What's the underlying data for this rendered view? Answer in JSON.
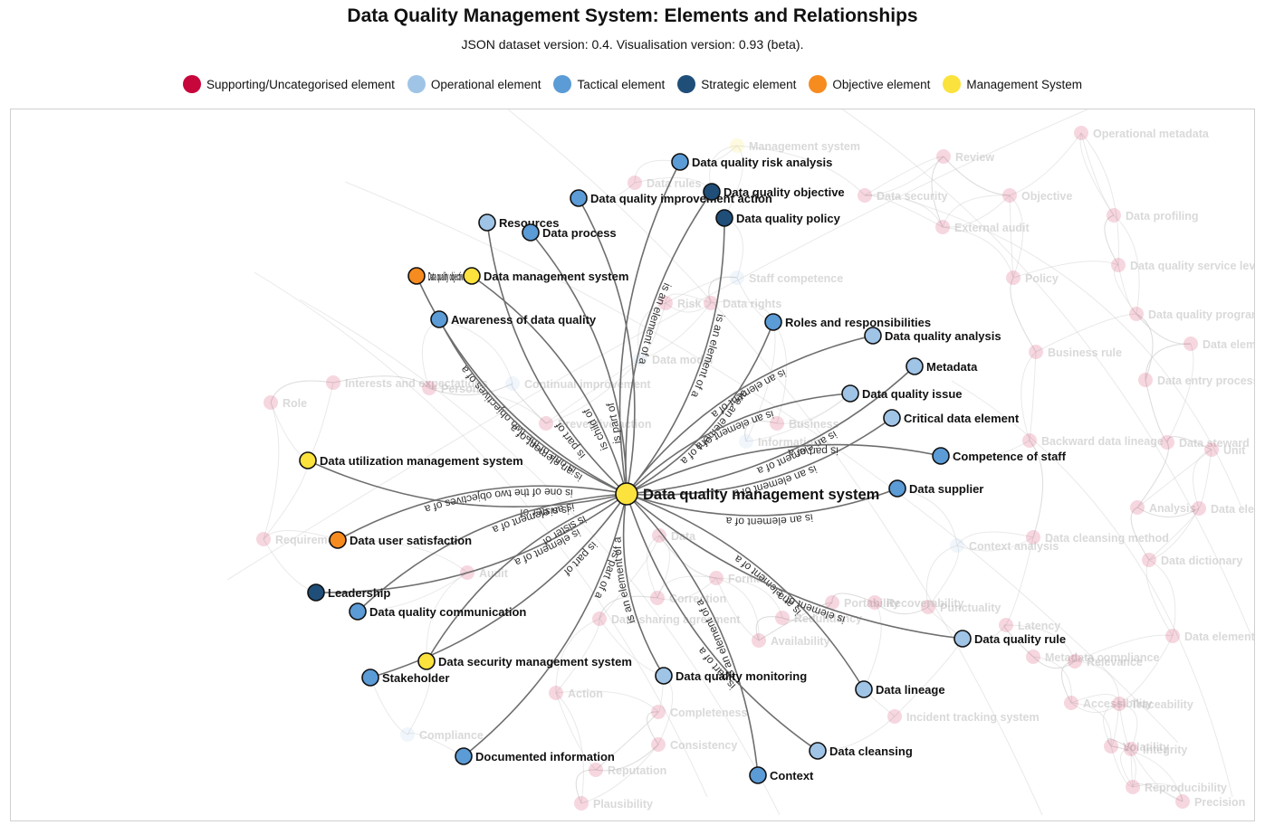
{
  "title": "Data Quality Management System: Elements and Relationships",
  "subtitle": "JSON dataset version: 0.4. Visualisation version: 0.93 (beta).",
  "categories": [
    {
      "id": "supporting",
      "label": "Supporting/Uncategorised element",
      "color": "#c7063b"
    },
    {
      "id": "operational",
      "label": "Operational element",
      "color": "#9fc4e6"
    },
    {
      "id": "tactical",
      "label": "Tactical element",
      "color": "#5b9bd6"
    },
    {
      "id": "strategic",
      "label": "Strategic element",
      "color": "#1f4e79"
    },
    {
      "id": "objective",
      "label": "Objective element",
      "color": "#f68b1f"
    },
    {
      "id": "management",
      "label": "Management System",
      "color": "#fbe23c"
    }
  ],
  "central_node": {
    "label": "Data quality management system",
    "category": "management"
  },
  "nodes": [
    {
      "label": "Data quality risk analysis",
      "category": "tactical",
      "edge": ""
    },
    {
      "label": "Data quality improvement action",
      "category": "tactical",
      "edge": ""
    },
    {
      "label": "Data quality objective",
      "category": "strategic",
      "edge": "is an element of a"
    },
    {
      "label": "Data quality policy",
      "category": "strategic",
      "edge": "is an element of a"
    },
    {
      "label": "Resources",
      "category": "operational",
      "edge": "is part of"
    },
    {
      "label": "Data process",
      "category": "tactical",
      "edge": "is part of"
    },
    {
      "label": "Data quality objective (kpi)",
      "category": "objective",
      "edge": "is one of the two objectives of a"
    },
    {
      "label": "Data management system",
      "category": "management",
      "edge": "is child of"
    },
    {
      "label": "Awareness of data quality",
      "category": "tactical",
      "edge": "is an element of a"
    },
    {
      "label": "Roles and responsibilities",
      "category": "tactical",
      "edge": "are an element of a"
    },
    {
      "label": "Data quality analysis",
      "category": "operational",
      "edge": "is an element of a"
    },
    {
      "label": "Metadata",
      "category": "operational",
      "edge": "is an element of a"
    },
    {
      "label": "Data quality issue",
      "category": "operational",
      "edge": "is an element of a"
    },
    {
      "label": "Critical data element",
      "category": "operational",
      "edge": "is an element of a"
    },
    {
      "label": "Competence of staff",
      "category": "tactical",
      "edge": "is part of a"
    },
    {
      "label": "Data supplier",
      "category": "tactical",
      "edge": "is an element of a"
    },
    {
      "label": "Data utilization management system",
      "category": "management",
      "edge": "is sister of"
    },
    {
      "label": "Data user satisfaction",
      "category": "objective",
      "edge": "is one of the two objectives of a"
    },
    {
      "label": "Leadership",
      "category": "strategic",
      "edge": "is element of a"
    },
    {
      "label": "Data quality communication",
      "category": "tactical",
      "edge": "is an element of a"
    },
    {
      "label": "Stakeholder",
      "category": "tactical",
      "edge": "is part of"
    },
    {
      "label": "Data security management system",
      "category": "management",
      "edge": "is sister of"
    },
    {
      "label": "Documented information",
      "category": "tactical",
      "edge": "is part of a"
    },
    {
      "label": "Data quality monitoring",
      "category": "operational",
      "edge": "is an element of a"
    },
    {
      "label": "Data lineage",
      "category": "operational",
      "edge": "is an element of a"
    },
    {
      "label": "Data cleansing",
      "category": "operational",
      "edge": "is part of a"
    },
    {
      "label": "Context",
      "category": "tactical",
      "edge": "is an element of a"
    },
    {
      "label": "Data quality rule",
      "category": "operational",
      "edge": "is element of a"
    }
  ],
  "background_nodes": [
    {
      "label": "Management system",
      "category": "management"
    },
    {
      "label": "Review",
      "category": "supporting"
    },
    {
      "label": "Operational metadata",
      "category": "supporting"
    },
    {
      "label": "Objective",
      "category": "supporting"
    },
    {
      "label": "Data security",
      "category": "supporting"
    },
    {
      "label": "External audit",
      "category": "supporting"
    },
    {
      "label": "Data profiling",
      "category": "supporting"
    },
    {
      "label": "Data quality service level",
      "category": "supporting"
    },
    {
      "label": "Policy",
      "category": "supporting"
    },
    {
      "label": "Staff competence",
      "category": "operational"
    },
    {
      "label": "Data quality program",
      "category": "supporting"
    },
    {
      "label": "Data element",
      "category": "supporting"
    },
    {
      "label": "Business rule",
      "category": "supporting"
    },
    {
      "label": "Data entry process",
      "category": "supporting"
    },
    {
      "label": "Data steward",
      "category": "supporting"
    },
    {
      "label": "Backward data lineage",
      "category": "supporting"
    },
    {
      "label": "Unit",
      "category": "supporting"
    },
    {
      "label": "Analysis",
      "category": "supporting"
    },
    {
      "label": "Data element",
      "category": "supporting"
    },
    {
      "label": "Data cleansing method",
      "category": "supporting"
    },
    {
      "label": "Context analysis",
      "category": "operational"
    },
    {
      "label": "Data dictionary",
      "category": "supporting"
    },
    {
      "label": "Punctuality",
      "category": "supporting"
    },
    {
      "label": "Latency",
      "category": "supporting"
    },
    {
      "label": "Data element",
      "category": "supporting"
    },
    {
      "label": "Metadata compliance",
      "category": "supporting"
    },
    {
      "label": "Relevance",
      "category": "supporting"
    },
    {
      "label": "Accessibility",
      "category": "supporting"
    },
    {
      "label": "Traceability",
      "category": "supporting"
    },
    {
      "label": "Incident tracking system",
      "category": "supporting"
    },
    {
      "label": "Volatility",
      "category": "supporting"
    },
    {
      "label": "Integrity",
      "category": "supporting"
    },
    {
      "label": "Reproducibility",
      "category": "supporting"
    },
    {
      "label": "Precision",
      "category": "supporting"
    },
    {
      "label": "Interests and expectations",
      "category": "supporting"
    },
    {
      "label": "Person",
      "category": "supporting"
    },
    {
      "label": "Role",
      "category": "supporting"
    },
    {
      "label": "Continual improvement",
      "category": "operational"
    },
    {
      "label": "Preventive action",
      "category": "supporting"
    },
    {
      "label": "Requirement",
      "category": "supporting"
    },
    {
      "label": "Audit",
      "category": "supporting"
    },
    {
      "label": "Action",
      "category": "supporting"
    },
    {
      "label": "Compliance",
      "category": "operational"
    },
    {
      "label": "Completeness",
      "category": "supporting"
    },
    {
      "label": "Consistency",
      "category": "supporting"
    },
    {
      "label": "Reputation",
      "category": "supporting"
    },
    {
      "label": "Plausibility",
      "category": "supporting"
    },
    {
      "label": "Format",
      "category": "supporting"
    },
    {
      "label": "Portability",
      "category": "supporting"
    },
    {
      "label": "Recoverability",
      "category": "supporting"
    },
    {
      "label": "Redundancy",
      "category": "supporting"
    },
    {
      "label": "Availability",
      "category": "supporting"
    },
    {
      "label": "Data sharing agreement",
      "category": "supporting"
    },
    {
      "label": "Data model",
      "category": "operational"
    },
    {
      "label": "Risk",
      "category": "supporting"
    },
    {
      "label": "Data",
      "category": "supporting"
    },
    {
      "label": "Correction",
      "category": "supporting"
    },
    {
      "label": "Data rules",
      "category": "supporting"
    },
    {
      "label": "Data rights",
      "category": "supporting"
    },
    {
      "label": "Information",
      "category": "operational"
    },
    {
      "label": "Business",
      "category": "supporting"
    }
  ]
}
